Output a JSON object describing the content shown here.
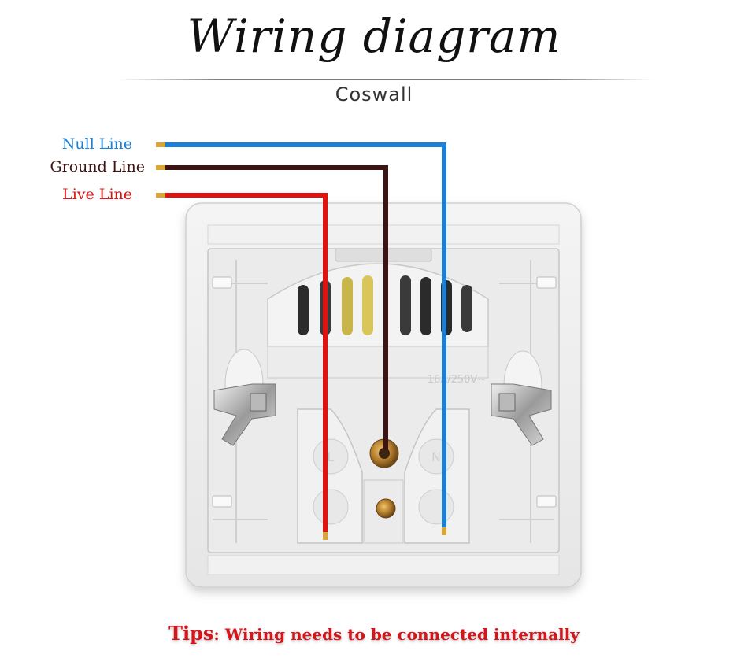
{
  "title": "Wiring diagram",
  "brand": "Coswall",
  "wires": [
    {
      "label": "Null Line",
      "color": "#1a7fd6"
    },
    {
      "label": "Ground Line",
      "color": "#3d1414"
    },
    {
      "label": "Live Line",
      "color": "#e01212"
    }
  ],
  "socket": {
    "rating_text": "16A/250V~",
    "terminal_left": "L",
    "terminal_right": "N"
  },
  "tips": {
    "key": "Tips",
    "text": ": Wiring needs to be connected internally"
  }
}
